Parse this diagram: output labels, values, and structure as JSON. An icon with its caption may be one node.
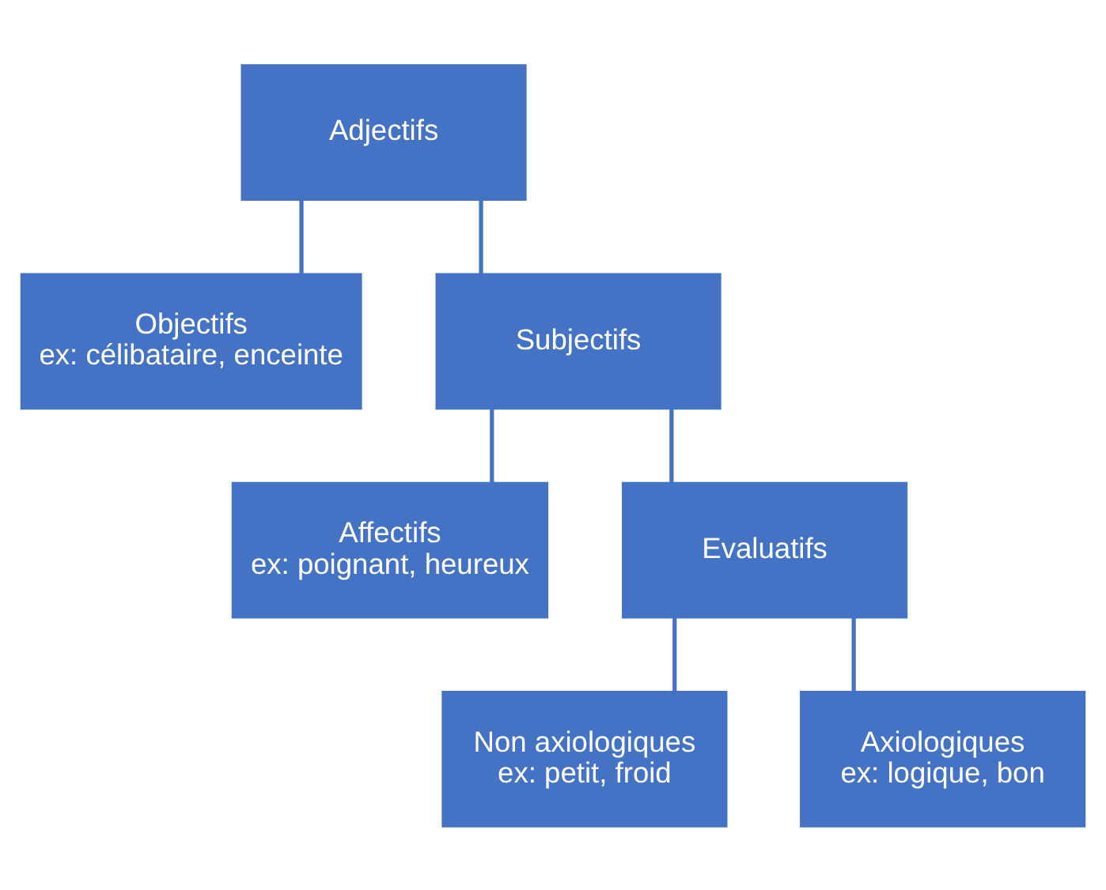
{
  "diagram": {
    "nodes": [
      {
        "text": [
          "Adjectifs"
        ]
      },
      {
        "text": [
          "Objectifs",
          "ex: célibataire, enceinte"
        ]
      },
      {
        "text": [
          "Subjectifs"
        ]
      },
      {
        "text": [
          "Affectifs",
          "ex: poignant, heureux"
        ]
      },
      {
        "text": [
          "Evaluatifs"
        ]
      },
      {
        "text": [
          "Non axiologiques",
          "ex: petit, froid"
        ]
      },
      {
        "text": [
          "Axiologiques",
          "ex: logique, bon"
        ]
      }
    ],
    "edges": [
      {
        "from": 0,
        "to": 1,
        "arrow": "none"
      },
      {
        "from": 0,
        "to": 2,
        "arrow": "none"
      },
      {
        "from": 2,
        "to": 3,
        "arrow": "none"
      },
      {
        "from": 2,
        "to": 4,
        "arrow": "none"
      },
      {
        "from": 4,
        "to": 5,
        "arrow": "none"
      },
      {
        "from": 4,
        "to": 6,
        "arrow": "none"
      }
    ]
  }
}
